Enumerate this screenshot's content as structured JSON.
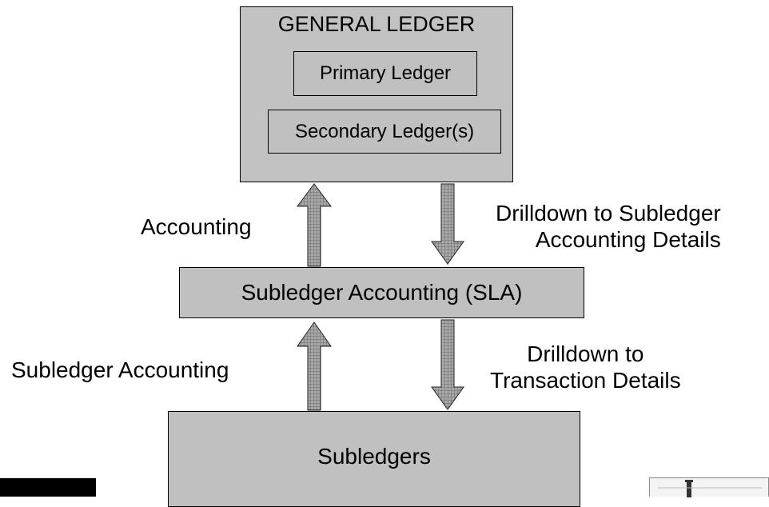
{
  "general_ledger": {
    "title": "GENERAL LEDGER",
    "primary": "Primary Ledger",
    "secondary": "Secondary Ledger(s)"
  },
  "sla": {
    "label": "Subledger Accounting (SLA)"
  },
  "subledgers": {
    "label": "Subledgers"
  },
  "arrows": {
    "accounting": "Accounting",
    "subledger_accounting": "Subledger Accounting",
    "drilldown_sla_line1": "Drilldown to Subledger",
    "drilldown_sla_line2": "Accounting Details",
    "drilldown_txn_line1": "Drilldown to",
    "drilldown_txn_line2": "Transaction Details"
  },
  "colors": {
    "box_fill": "#c0c0c0",
    "arrow_fill": "#9a9a9a"
  }
}
